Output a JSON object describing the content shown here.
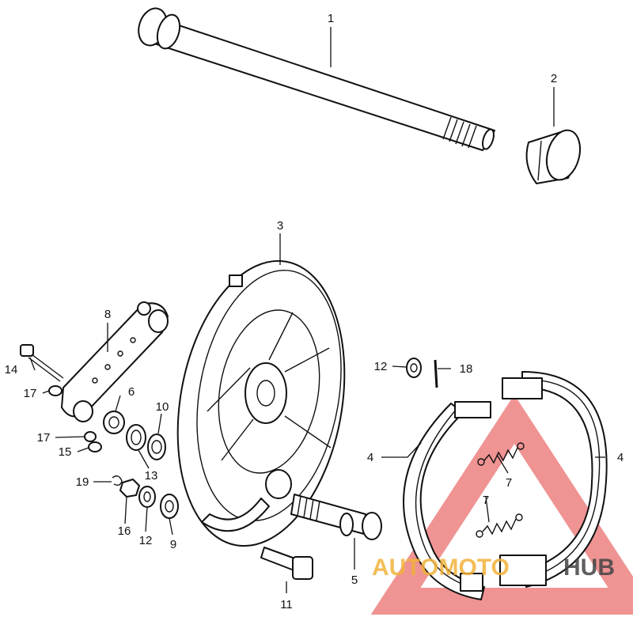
{
  "callouts": {
    "c1": "1",
    "c2": "2",
    "c3": "3",
    "c4a": "4",
    "c4b": "4",
    "c5": "5",
    "c6": "6",
    "c7a": "7",
    "c7b": "7",
    "c8": "8",
    "c9": "9",
    "c10": "10",
    "c11": "11",
    "c12a": "12",
    "c12b": "12",
    "c13": "13",
    "c14": "14",
    "c15": "15",
    "c16": "16",
    "c17a": "17",
    "c17b": "17",
    "c18": "18",
    "c19": "19"
  },
  "watermark": {
    "part1": "AUTOMOTO",
    "part2": "HUB",
    "colors": {
      "orange": "#f2b23a",
      "dark": "#444444",
      "red": "#e23b3b"
    }
  }
}
